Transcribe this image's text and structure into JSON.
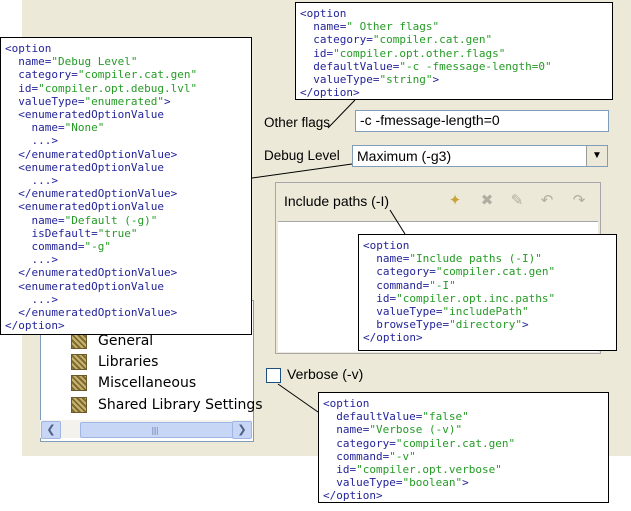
{
  "form": {
    "other_flags_label": "Other flags",
    "other_flags_value": "-c -fmessage-length=0",
    "debug_level_label": "Debug Level",
    "debug_level_value": "Maximum (-g3)",
    "include_paths_label": "Include paths (-I)",
    "verbose_label": "Verbose (-v)",
    "verbose_checked": false
  },
  "tree": {
    "items": [
      "General",
      "Libraries",
      "Miscellaneous",
      "Shared Library Settings"
    ]
  },
  "toolbar_icons": [
    "add-icon",
    "delete-icon",
    "edit-icon",
    "move-up-icon",
    "move-down-icon"
  ],
  "callouts": {
    "other_flags": [
      "<option",
      "  name=\" Other flags\"",
      "  category=\"compiler.cat.gen\"",
      "  id=\"compiler.opt.other.flags\"",
      "  defaultValue=\"-c -fmessage-length=0\"",
      "  valueType=\"string\">",
      "</option>"
    ],
    "debug_level": [
      "<option",
      "  name=\"Debug Level\"",
      "  category=\"compiler.cat.gen\"",
      "  id=\"compiler.opt.debug.lvl\"",
      "  valueType=\"enumerated\">",
      "  <enumeratedOptionValue",
      "    name=\"None\"",
      "    ...>",
      "  </enumeratedOptionValue>",
      "  <enumeratedOptionValue",
      "    ...>",
      "  </enumeratedOptionValue>",
      "  <enumeratedOptionValue",
      "    name=\"Default (-g)\"",
      "    isDefault=\"true\"",
      "    command=\"-g\"",
      "    ...>",
      "  </enumeratedOptionValue>",
      "  <enumeratedOptionValue",
      "    ...>",
      "  </enumeratedOptionValue>",
      "</option>"
    ],
    "include_paths": [
      "<option",
      "  name=\"Include paths (-I)\"",
      "  category=\"compiler.cat.gen\"",
      "  command=\"-I\"",
      "  id=\"compiler.opt.inc.paths\"",
      "  valueType=\"includePath\"",
      "  browseType=\"directory\">",
      "</option>"
    ],
    "verbose": [
      "<option",
      "  defaultValue=\"false\"",
      "  name=\"Verbose (-v)\"",
      "  category=\"compiler.cat.gen\"",
      "  command=\"-v\"",
      "  id=\"compiler.opt.verbose\"",
      "  valueType=\"boolean\">",
      "</option>"
    ]
  },
  "colors": {
    "tag": "#24249a",
    "value": "#259b25",
    "dialog_bg": "#ece9d8"
  }
}
